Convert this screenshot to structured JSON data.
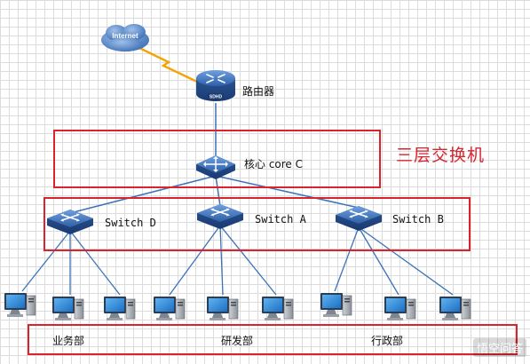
{
  "internet": {
    "label": "Internet"
  },
  "router": {
    "label": "路由器",
    "tag": "SDHD"
  },
  "core": {
    "label": "核心 core C",
    "box_caption": "三层交换机"
  },
  "switches": [
    {
      "label": "Switch D"
    },
    {
      "label": "Switch A"
    },
    {
      "label": "Switch B"
    }
  ],
  "departments": [
    {
      "label": "业务部"
    },
    {
      "label": "研发部"
    },
    {
      "label": "行政部"
    }
  ],
  "watermark": "悟空问答",
  "colors": {
    "highlight_box": "#d9232d",
    "device_blue": "#3d6fb3",
    "link_line": "#3a73b7",
    "wan_link": "#f5a300"
  }
}
